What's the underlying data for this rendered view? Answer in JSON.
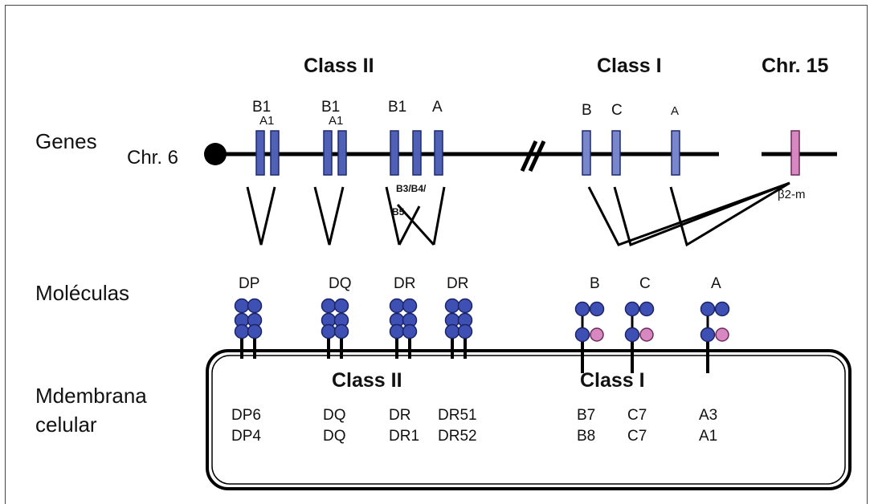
{
  "rows": {
    "genes": "Genes",
    "chromosome_6": "Chr. 6",
    "molecules": "Moléculas",
    "membrane_line1": "Mdembrana",
    "membrane_line2": "celular"
  },
  "headers": {
    "class_ii": "Class II",
    "class_i": "Class I",
    "chr15": "Chr. 15"
  },
  "genes": {
    "dp_b1": "B1",
    "dp_a1": "A1",
    "dq_b1": "B1",
    "dq_a1": "A1",
    "dr_b1": "B1",
    "dr_a": "A",
    "dr_b345_top": "B3/B4/",
    "dr_b345_bottom": "B5",
    "class1_b": "B",
    "class1_c": "C",
    "class1_a": "A",
    "b2m": "β2-m"
  },
  "molecules": {
    "dp": "DP",
    "dq": "DQ",
    "dr1": "DR",
    "dr2": "DR",
    "b": "B",
    "c": "C",
    "a": "A"
  },
  "membrane": {
    "class_ii": "Class II",
    "class_i": "Class I",
    "alleles": [
      {
        "top": "DP6",
        "bottom": "DP4"
      },
      {
        "top": "DQ",
        "bottom": "DQ"
      },
      {
        "top": "DR",
        "bottom": "DR1"
      },
      {
        "top": "DR51",
        "bottom": "DR52"
      },
      {
        "top": "B7",
        "bottom": "B8"
      },
      {
        "top": "C7",
        "bottom": "C7"
      },
      {
        "top": "A3",
        "bottom": "A1"
      }
    ]
  },
  "colors": {
    "class_ii_alpha_beta": "#3e50b4",
    "class_i_gene": "#7a86cc",
    "beta2_microglobulin": "#d888c0"
  }
}
